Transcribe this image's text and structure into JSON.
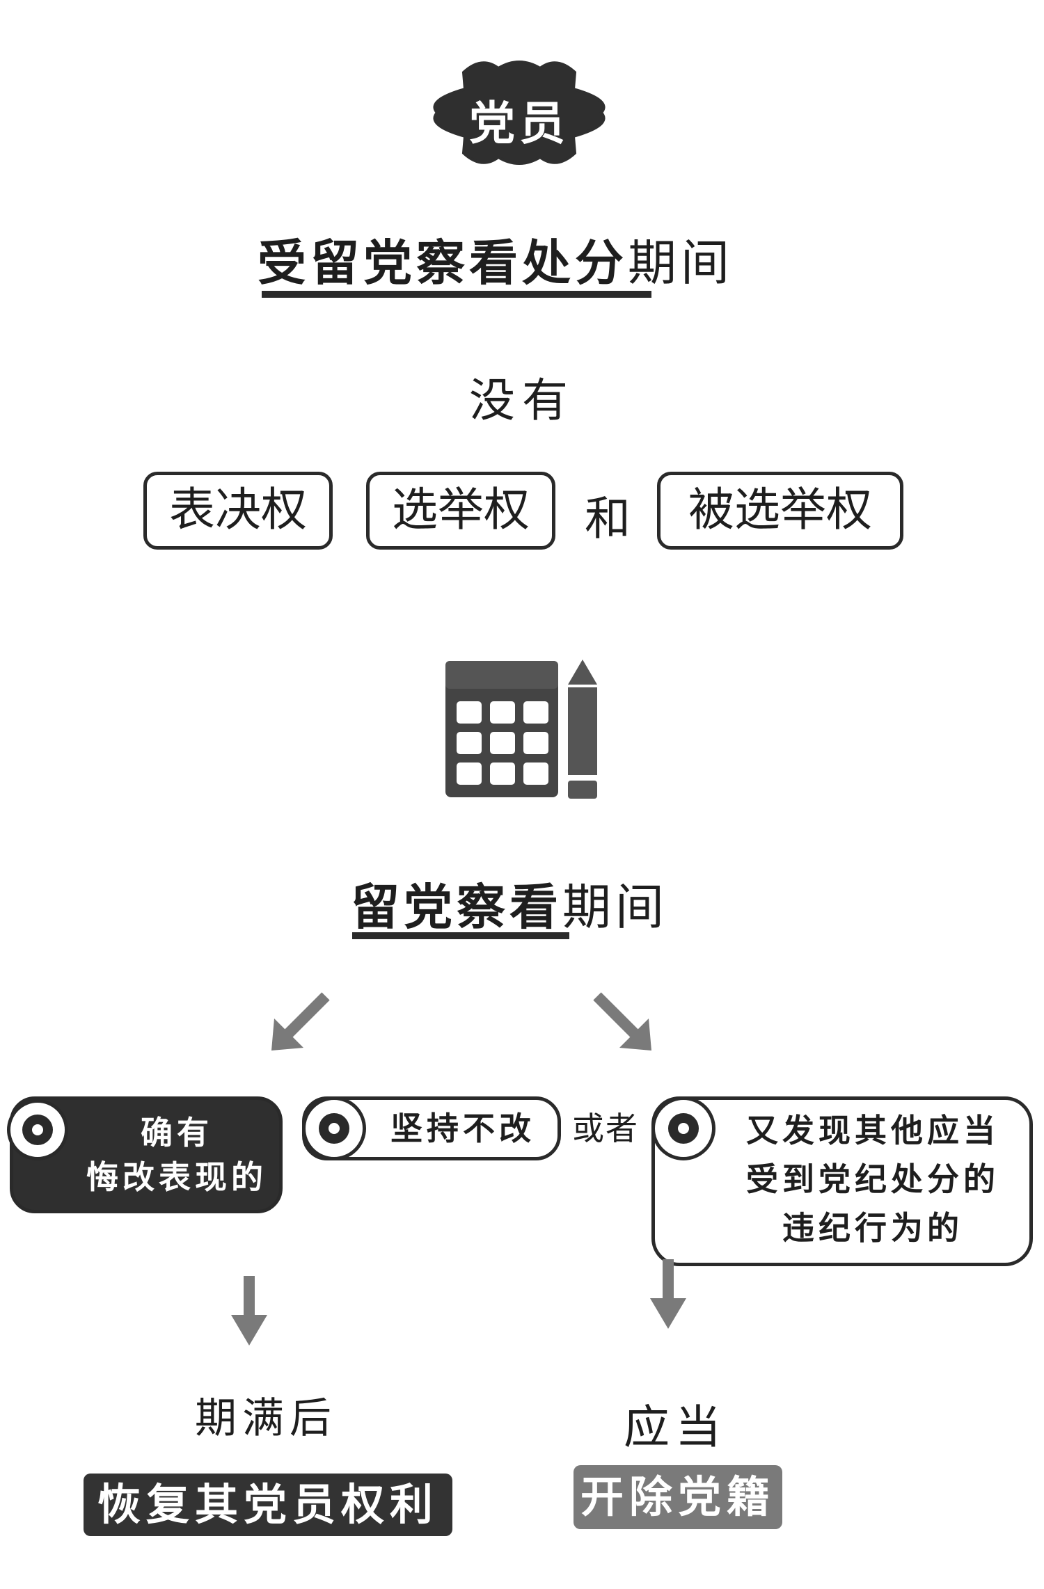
{
  "badge": {
    "label": "党员"
  },
  "heading1": {
    "bold": "受留党察看处分",
    "light": "期间"
  },
  "no_rights_text": "没有",
  "rights": [
    "表决权",
    "选举权",
    "被选举权"
  ],
  "rights_connector": "和",
  "heading2": {
    "bold": "留党察看",
    "light": "期间"
  },
  "icons": {
    "calendar": "calendar-icon",
    "pencil": "pencil-icon"
  },
  "conditions": {
    "left": {
      "lines": [
        "确有",
        "悔改表现的"
      ]
    },
    "middle": {
      "text": "坚持不改"
    },
    "connector": "或者",
    "right": {
      "lines": [
        "又发现其他应当",
        "受到党纪处分的",
        "违纪行为的"
      ]
    }
  },
  "outcomes": {
    "left": {
      "lead": "期满后",
      "result": "恢复其党员权利"
    },
    "right": {
      "lead": "应当",
      "result": "开除党籍"
    }
  },
  "colors": {
    "dark": "#2a2a2a",
    "medium_gray": "#777777",
    "arrow_gray": "#7a7a7a",
    "white": "#ffffff"
  }
}
